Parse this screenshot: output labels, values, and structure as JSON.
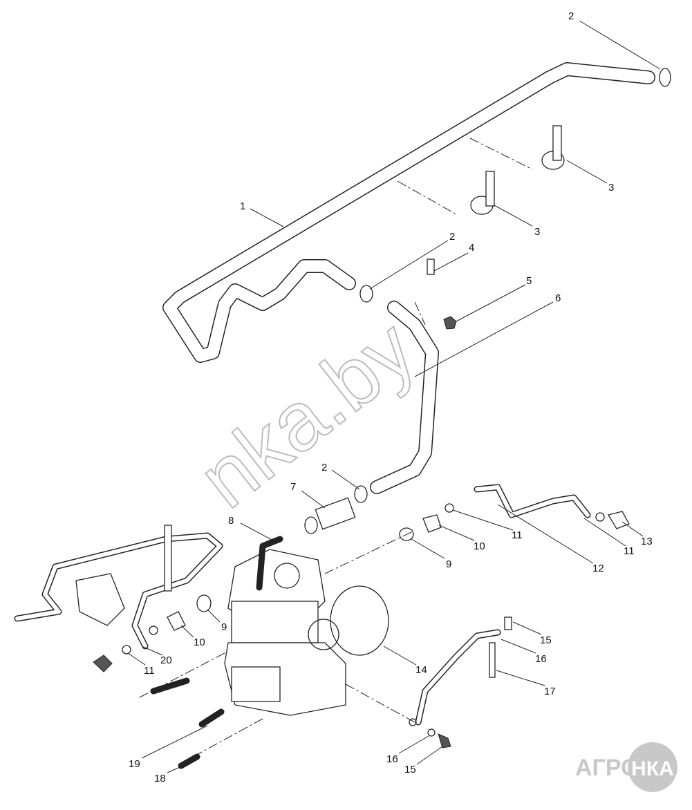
{
  "diagram": {
    "watermark": "nka.by",
    "logo": {
      "left": "АГРО",
      "right": "НКА"
    },
    "callouts": [
      "2",
      "3",
      "3",
      "1",
      "2",
      "4",
      "5",
      "6",
      "2",
      "7",
      "8",
      "9",
      "10",
      "11",
      "12",
      "11",
      "13",
      "9",
      "10",
      "20",
      "11",
      "14",
      "15",
      "16",
      "17",
      "16",
      "15",
      "19",
      "18"
    ]
  }
}
